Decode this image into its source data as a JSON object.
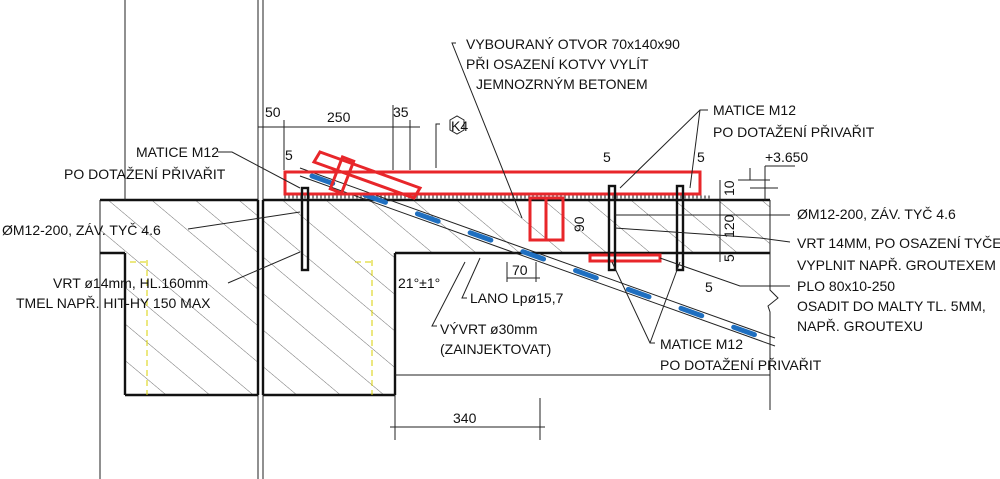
{
  "notes": {
    "opening": [
      "VYBOURANÝ OTVOR 70x140x90",
      "PŘI OSAZENÍ KOTVY VYLÍT",
      "JEMNOZRNÝM BETONEM"
    ],
    "nut_top_right": [
      "MATICE M12",
      "PO DOTAŽENÍ PŘIVAŘIT"
    ],
    "level": "+3.650",
    "nut_left": [
      "MATICE M12",
      "PO DOTAŽENÍ PŘIVAŘIT"
    ],
    "rod_left": "ØM12-200, ZÁV. TYČ 4.6",
    "drill_left": [
      "VRT ø14mm, HL.160mm",
      "TMEL NAPŘ. HIT-HY 150 MAX"
    ],
    "rod_right": "ØM12-200, ZÁV. TYČ 4.6",
    "drill_right": [
      "VRT 14MM, PO OSAZENÍ TYČE",
      "VYPLNIT NAPŘ. GROUTEXEM"
    ],
    "plate": [
      "PLO 80x10-250",
      "OSADIT DO MALTY TL. 5MM,",
      "NAPŘ. GROUTEXU"
    ],
    "angle": "21°±1°",
    "cable": "LANO Lpø15,7",
    "core": [
      "VÝVRT ø30mm",
      "(ZAINJEKTOVAT)"
    ],
    "nut_bottom": [
      "MATICE M12",
      "PO DOTAŽENÍ PŘIVAŘIT"
    ],
    "tag": "K4"
  },
  "dimensions": {
    "d50": "50",
    "d250": "250",
    "d35": "35",
    "d70": "70",
    "d340": "340",
    "d90": "90",
    "d10": "10",
    "d120": "120",
    "d5": "5",
    "weld": "5"
  },
  "colors": {
    "steel": "#e8262a",
    "cable": "#1f6fc0"
  }
}
